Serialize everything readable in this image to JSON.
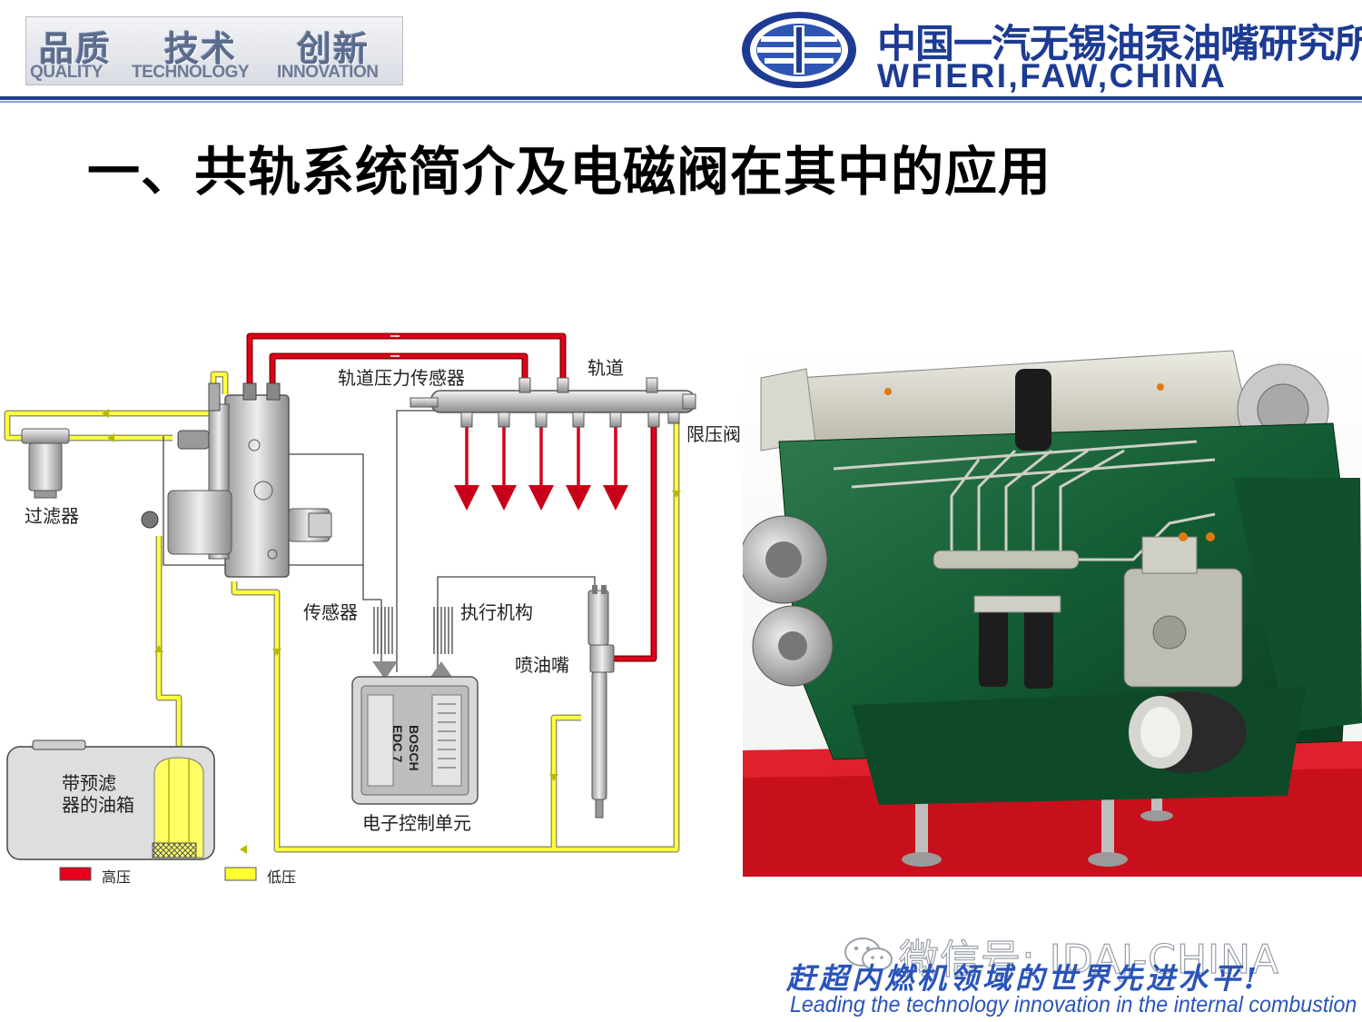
{
  "header": {
    "motto_cn": [
      "品质",
      "技术",
      "创新"
    ],
    "motto_en": [
      "QUALITY",
      "TECHNOLOGY",
      "INNOVATION"
    ],
    "institute_cn": "中国一汽无锡油泵油嘴研究所",
    "institute_en": "WFIERI,FAW,CHINA",
    "logo_icon": "faw-logo-icon",
    "brand_color": "#1d3b93"
  },
  "title": "一、共轨系统简介及电磁阀在其中的应用",
  "diagram": {
    "labels": {
      "rail_pressure_sensor": "轨道压力传感器",
      "rail": "轨道",
      "pressure_limit_valve": "限压阀",
      "filter": "过滤器",
      "sensor": "传感器",
      "actuator": "执行机构",
      "injector": "喷油嘴",
      "ecu": "电子控制单元",
      "tank_line1": "带预滤",
      "tank_line2": "器的油箱",
      "ecu_brand": "BOSCH",
      "ecu_model": "EDC 7"
    },
    "legend": [
      {
        "label": "高压",
        "color": "#d0021b"
      },
      {
        "label": "低压",
        "color": "#ffff33"
      }
    ]
  },
  "photo": {
    "subject": "engine-photo"
  },
  "footer": {
    "watermark": "微信号: IDAJ-CHINA",
    "slogan_cn": "赶超内燃机领域的世界先进水平!",
    "slogan_en": "Leading the technology innovation in the internal combustion field"
  }
}
